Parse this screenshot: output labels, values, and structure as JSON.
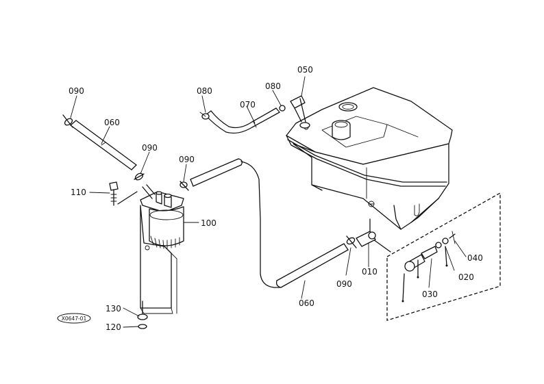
{
  "parts": {
    "p010": "010",
    "p020": "020",
    "p030": "030",
    "p040": "040",
    "p050": "050",
    "p060": "060",
    "p070": "070",
    "p080": "080",
    "p090": "090",
    "p100": "100",
    "p110": "110",
    "p120": "120",
    "p130": "130"
  },
  "drawing_code": "X0647-01"
}
